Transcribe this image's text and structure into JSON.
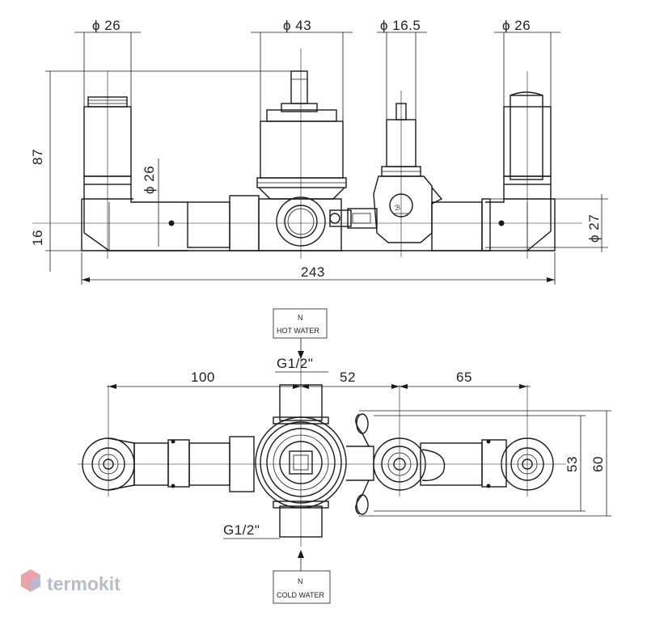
{
  "top_view_dimensions": {
    "dia_left": "ϕ 26",
    "dia_center": "ϕ 43",
    "dia_valve": "ϕ 16.5",
    "dia_right": "ϕ 26",
    "height_87": "87",
    "height_16": "16",
    "dia_elbow": "ϕ 26",
    "dia_body": "ϕ 27",
    "total_length": "243"
  },
  "bottom_view_dimensions": {
    "d100": "100",
    "d52": "52",
    "d65": "65",
    "d53": "53",
    "d60": "60",
    "thread_top": "G1/2\"",
    "thread_bottom": "G1/2\""
  },
  "inlets": {
    "hot": {
      "n": "N",
      "label": "HOT WATER"
    },
    "cold": {
      "n": "N",
      "label": "COLD WATER"
    }
  },
  "brand": {
    "name": "termokit",
    "logo_color": "#e8a4a8",
    "logo_accent": "#b5bcd8"
  }
}
